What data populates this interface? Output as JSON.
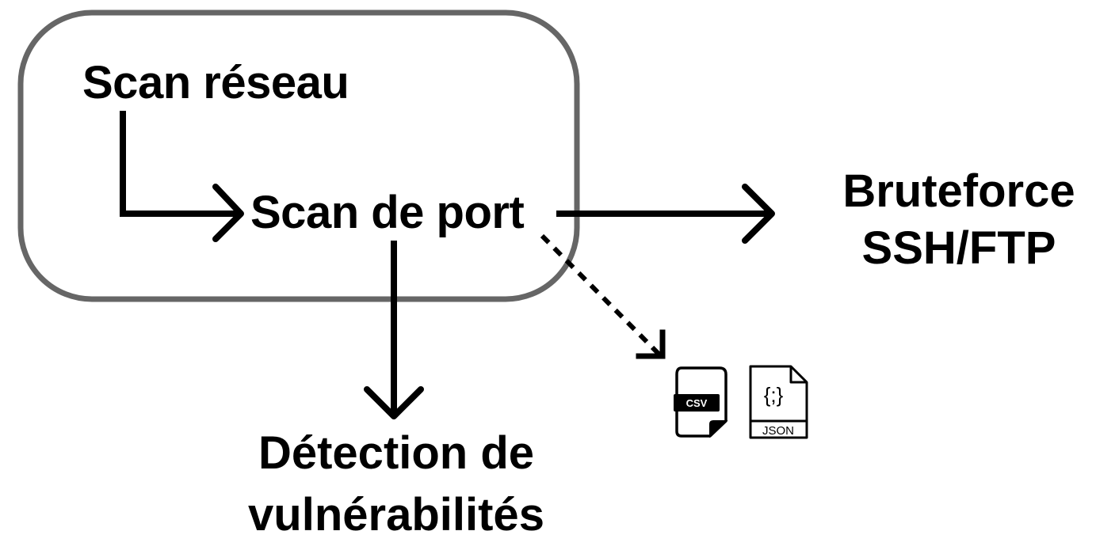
{
  "colors": {
    "group_border": "#666666",
    "arrow": "#000000",
    "text": "#000000"
  },
  "nodes": {
    "scan_reseau": "Scan réseau",
    "scan_port": "Scan de port",
    "bruteforce": [
      "Bruteforce",
      "SSH/FTP"
    ],
    "detection": [
      "Détection de",
      "vulnérabilités"
    ]
  },
  "outputs": {
    "csv": {
      "icon": "csv-file-icon",
      "label": "CSV"
    },
    "json": {
      "icon": "json-file-icon",
      "glyph": "{;}",
      "label": "JSON"
    }
  },
  "edges": [
    {
      "from": "scan_reseau",
      "to": "scan_port",
      "style": "solid"
    },
    {
      "from": "scan_port",
      "to": "bruteforce",
      "style": "solid"
    },
    {
      "from": "scan_port",
      "to": "detection",
      "style": "solid"
    },
    {
      "from": "scan_port",
      "to": "outputs",
      "style": "dashed"
    }
  ]
}
